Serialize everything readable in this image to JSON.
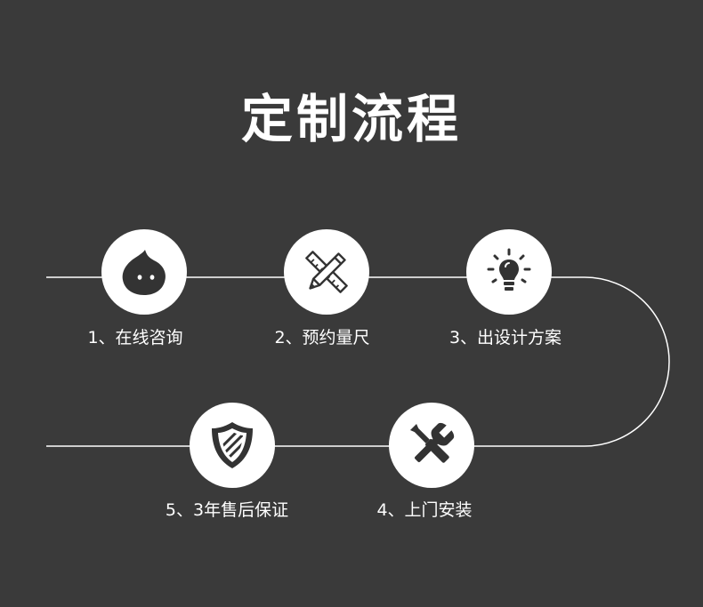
{
  "page": {
    "title": "定制流程",
    "background_color": "#3a3a3a",
    "accent_color": "#ffffff",
    "icon_color": "#333333"
  },
  "steps": [
    {
      "label": "1、在线咨询",
      "icon": "chat-bubble-icon"
    },
    {
      "label": "2、预约量尺",
      "icon": "ruler-pencil-icon"
    },
    {
      "label": "3、出设计方案",
      "icon": "lightbulb-icon"
    },
    {
      "label": "4、上门安装",
      "icon": "tools-icon"
    },
    {
      "label": "5、3年售后保证",
      "icon": "shield-icon"
    }
  ]
}
